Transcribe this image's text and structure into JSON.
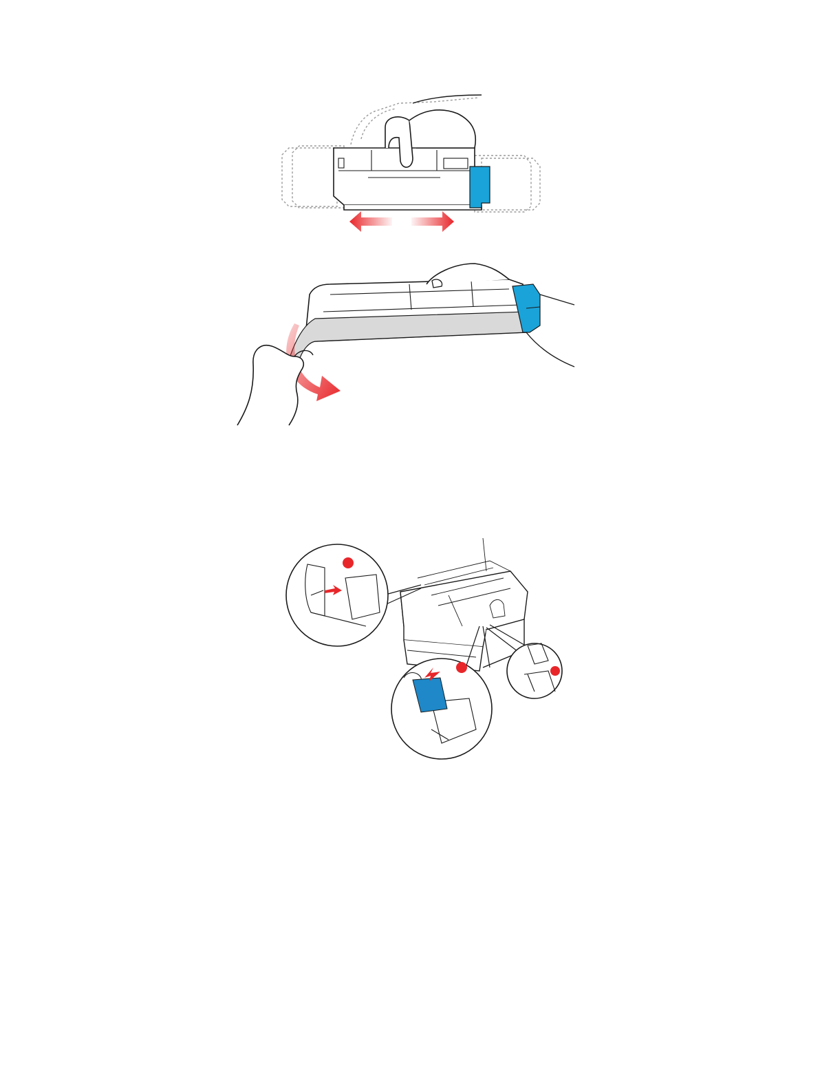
{
  "page": {
    "background": "#ffffff"
  },
  "colors": {
    "cartridge_accent": "#1aa3d9",
    "drum_accent": "#1e88c8",
    "arrow_red": "#e8262a",
    "marker_red": "#e8262a",
    "tape_gray": "#d9d9d9",
    "line": "#1a1a1a",
    "ghost_line": "#9a9a9a"
  },
  "illustrations": [
    {
      "id": "shake-cartridge",
      "icon": "shake-toner-cartridge-icon"
    },
    {
      "id": "remove-tape",
      "icon": "peel-tape-icon"
    },
    {
      "id": "install-into-drum",
      "icon": "install-toner-icon"
    }
  ]
}
